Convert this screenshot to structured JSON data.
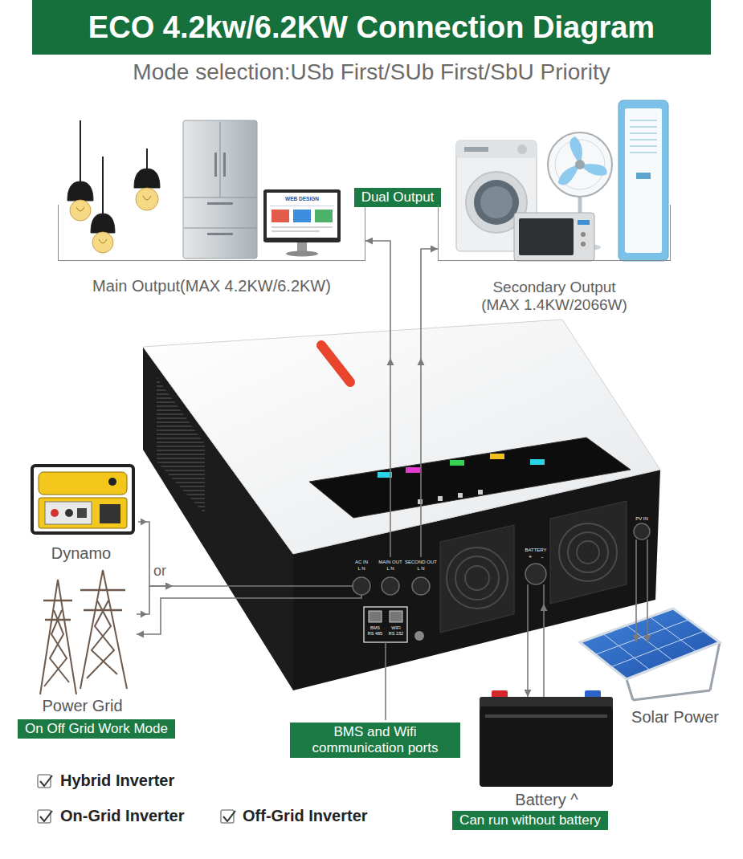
{
  "diagram": {
    "title": "ECO 4.2kw/6.2KW Connection Diagram",
    "nodes": [
      {
        "text": [
          "Main Output(MAX 4.2KW/6.2KW)"
        ]
      },
      {
        "text": [
          "Dual Output"
        ]
      },
      {
        "text": [
          "Secondary Output (MAX 1.4KW/2066W)"
        ]
      },
      {
        "text": [
          "AC IN",
          "L N",
          "MAIN OUT",
          "L N",
          "SECOND OUT",
          "L N",
          "BATTERY",
          "+",
          "-",
          "PV IN"
        ]
      },
      {
        "text": [
          "Dynamo"
        ]
      },
      {
        "text": [
          "Power Grid"
        ]
      },
      {
        "text": [
          "On Off Grid Work Mode"
        ]
      },
      {
        "text": [
          "BMS and Wifi communication ports"
        ]
      },
      {
        "text": [
          "Solar Power"
        ]
      },
      {
        "text": [
          "Battery ^"
        ]
      },
      {
        "text": [
          "Can run without battery"
        ]
      }
    ],
    "edges": [
      {
        "from": 3,
        "to": 0,
        "arrow": "to"
      },
      {
        "from": 3,
        "to": 2,
        "arrow": "to"
      },
      {
        "from": 4,
        "to": 3,
        "arrow": "to"
      },
      {
        "from": 5,
        "to": 3,
        "arrow": "to"
      },
      {
        "from": 3,
        "to": 5,
        "arrow": "to"
      },
      {
        "from": 3,
        "to": 9,
        "arrow": "to"
      },
      {
        "from": 9,
        "to": 3,
        "arrow": "to"
      },
      {
        "from": 3,
        "to": 8,
        "arrow": "to"
      },
      {
        "from": 3,
        "to": 8,
        "arrow": "to"
      }
    ],
    "labels": [
      "Mode selection:USb First/SUb First/SbU Priority",
      "WEB DESIGN",
      "or",
      "BMS",
      "RS 485",
      "WIFI",
      "RS 232",
      "Hybrid Inverter",
      "On-Grid Inverter",
      "Off-Grid Inverter"
    ]
  }
}
